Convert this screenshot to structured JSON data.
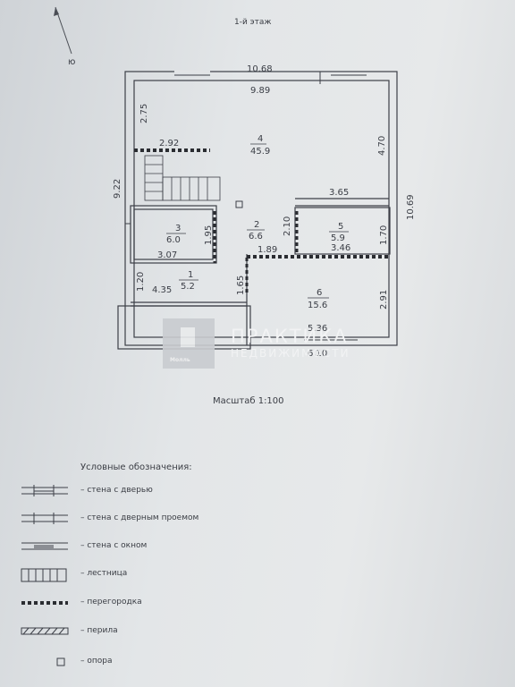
{
  "title": "1-й этаж",
  "scale": "Масштаб 1:100",
  "compass": "ю",
  "dimensions": {
    "top_outer": "10.68",
    "top_inner": "9.89",
    "left_outer": "9.22",
    "right_outer": "10.69",
    "upper_left": "2.75",
    "stair_top": "2.92",
    "right_upper": "4.70",
    "corridor_right": "3.65",
    "room2_height": "2.10",
    "room2_width": "1.89",
    "room3_height": "1.95",
    "room3_width": "3.07",
    "room5_width": "3.46",
    "room5_height": "1.70",
    "room1_height": "1.20",
    "room1_width": "4.35",
    "room1_side": "1.65",
    "room6_height": "2.91",
    "room6_width": "5.36",
    "bottom_width": "6.10"
  },
  "rooms": [
    {
      "num": "4",
      "area": "45.9"
    },
    {
      "num": "2",
      "area": "6.6"
    },
    {
      "num": "3",
      "area": "6.0"
    },
    {
      "num": "5",
      "area": "5.9"
    },
    {
      "num": "1",
      "area": "5.2"
    },
    {
      "num": "6",
      "area": "15.6"
    }
  ],
  "watermark": {
    "brand": "ПРАКТИКА",
    "sub": "НЕДВИЖИМОСТИ",
    "logo_sub": "Молль"
  },
  "legend": {
    "title": "Условные обозначения:",
    "items": [
      {
        "icon": "wall-door-icon",
        "label": "– стена с дверью"
      },
      {
        "icon": "wall-doorway-icon",
        "label": "– стена с дверным проемом"
      },
      {
        "icon": "wall-window-icon",
        "label": "– стена с окном"
      },
      {
        "icon": "stairs-icon",
        "label": "– лестница"
      },
      {
        "icon": "partition-icon",
        "label": "– перегородка"
      },
      {
        "icon": "railing-icon",
        "label": "– перила"
      },
      {
        "icon": "support-icon",
        "label": "– опора"
      }
    ]
  }
}
